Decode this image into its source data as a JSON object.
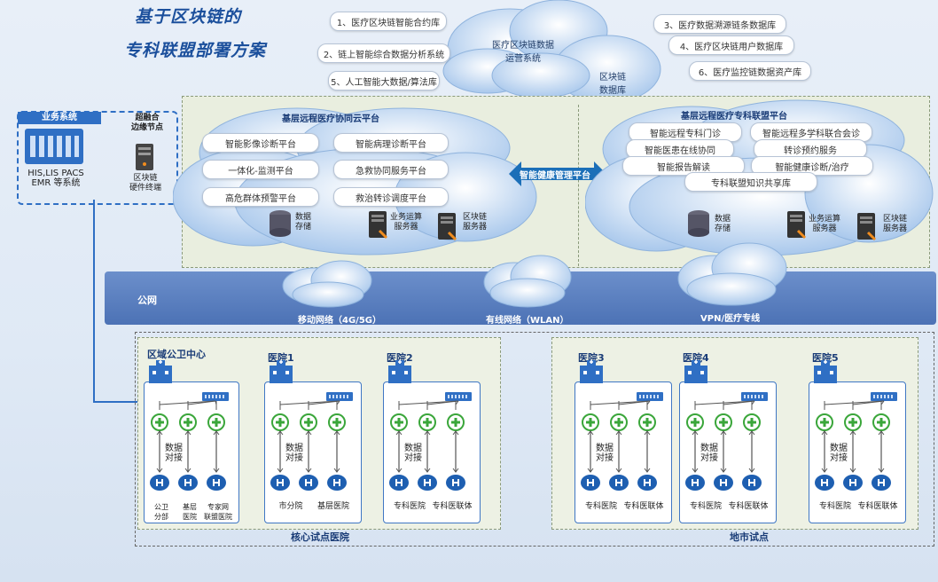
{
  "title": {
    "line1": "基于区块链的",
    "line2": "专科联盟部署方案"
  },
  "top_left_pills": [
    "1、医疗区块链智能合约库",
    "2、链上智能综合数据分析系统",
    "5、人工智能大数据/算法库"
  ],
  "top_right_pills": [
    "3、医疗数据溯源链条数据库",
    "4、医疗区块链用户数据库",
    "6、医疗监控链数据资产库"
  ],
  "top_cloud": {
    "main": "医疗区块链数据\n运营系统",
    "db": "区块链\n数据库"
  },
  "left_system": {
    "header": "业务系统",
    "caption": "HIS,LIS PACS\nEMR 等系统",
    "node_title": "超融合\n边缘节点",
    "node_caption": "区块链\n硬件终端"
  },
  "cloud_left": {
    "title": "基层远程医疗协同云平台",
    "items": [
      "智能影像诊断平台",
      "智能病理诊断平台",
      "一体化-监测平台",
      "急救协同服务平台",
      "高危群体预警平台",
      "救治转诊调度平台"
    ],
    "data_store": "数据\n存储",
    "business_server": "业务运算\n服务器",
    "chain_server": "区块链\n服务器"
  },
  "cloud_right": {
    "title": "基层远程医疗专科联盟平台",
    "items": [
      "智能远程专科门诊",
      "智能远程多学科联合会诊",
      "智能医患在线协同",
      "转诊预约服务",
      "智能报告解读",
      "智能健康诊断/治疗",
      "专科联盟知识共享库"
    ],
    "data_store": "数据\n存储",
    "business_server": "业务运算\n服务器",
    "chain_server": "区块链\n服务器"
  },
  "center_platform": "智能健康管理平台",
  "public_net": {
    "label": "公网",
    "mobile": "移动网络（4G/5G）",
    "wired": "有线网络（WLAN）",
    "vpn": "VPN/医疗专线"
  },
  "hospitals": [
    {
      "name": "区域公卫中心",
      "exchange": "数据\n对接",
      "nodes": [
        "公卫\n分部",
        "基层\n医院",
        "专家网\n联盟医院"
      ]
    },
    {
      "name": "医院1",
      "exchange": "数据\n对接",
      "nodes": [
        "市分院",
        "基层医院"
      ]
    },
    {
      "name": "医院2",
      "exchange": "数据\n对接",
      "nodes": [
        "专科医院",
        "专科医联体"
      ]
    },
    {
      "name": "医院3",
      "exchange": "数据\n对接",
      "nodes": [
        "专科医院",
        "专科医联体"
      ]
    },
    {
      "name": "医院4",
      "exchange": "数据\n对接",
      "nodes": [
        "专科医院",
        "专科医联体"
      ]
    },
    {
      "name": "医院5",
      "exchange": "数据\n对接",
      "nodes": [
        "专科医院",
        "专科医联体"
      ]
    }
  ],
  "groups": {
    "core": "核心试点医院",
    "local": "地市试点"
  },
  "colors": {
    "accent": "#1b4f9c",
    "net_band": "#5a80c0",
    "panel": "#e9eedf",
    "cross": "#3aa63a"
  }
}
